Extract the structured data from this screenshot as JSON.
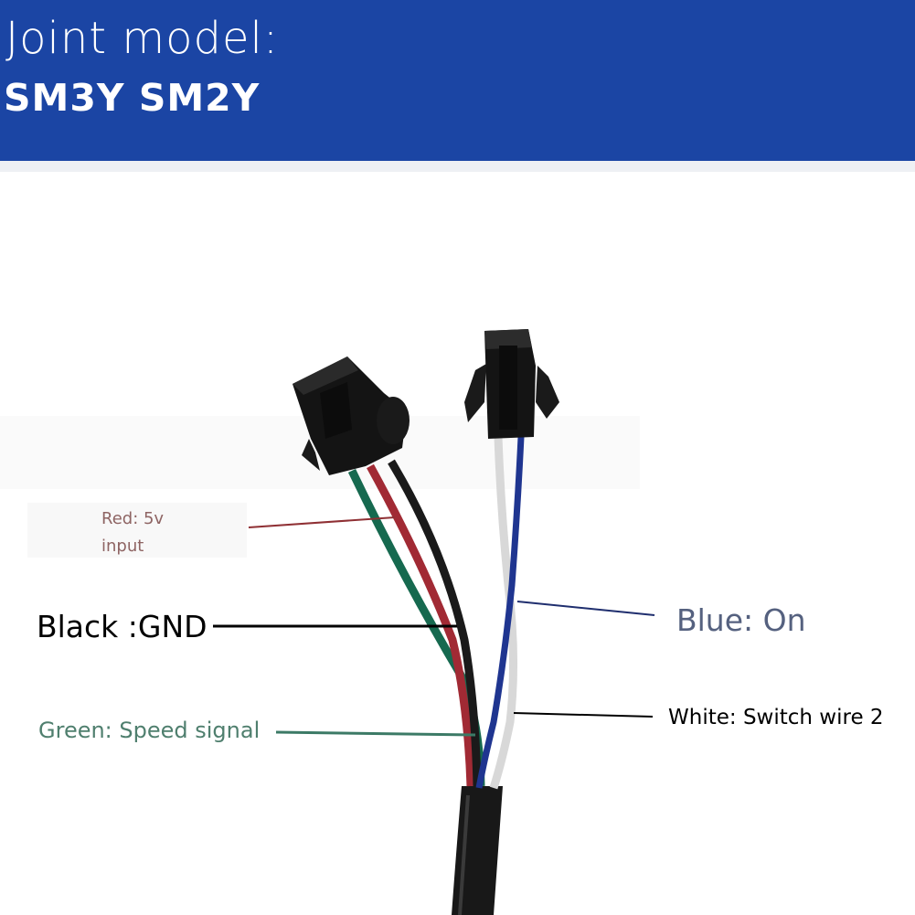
{
  "header": {
    "title": "Joint model:",
    "models": "SM3Y SM2Y",
    "bg_color": "#1b45a4"
  },
  "labels": {
    "red": "Red: 5v input",
    "black": "Black :GND",
    "green": "Green: Speed signal",
    "blue": "Blue: On",
    "white": "White: Switch wire 2"
  },
  "wire_colors": {
    "red": "#a12a34",
    "black": "#1a1a1a",
    "green": "#16694f",
    "blue": "#1f3590",
    "white": "#d8d8d8"
  }
}
